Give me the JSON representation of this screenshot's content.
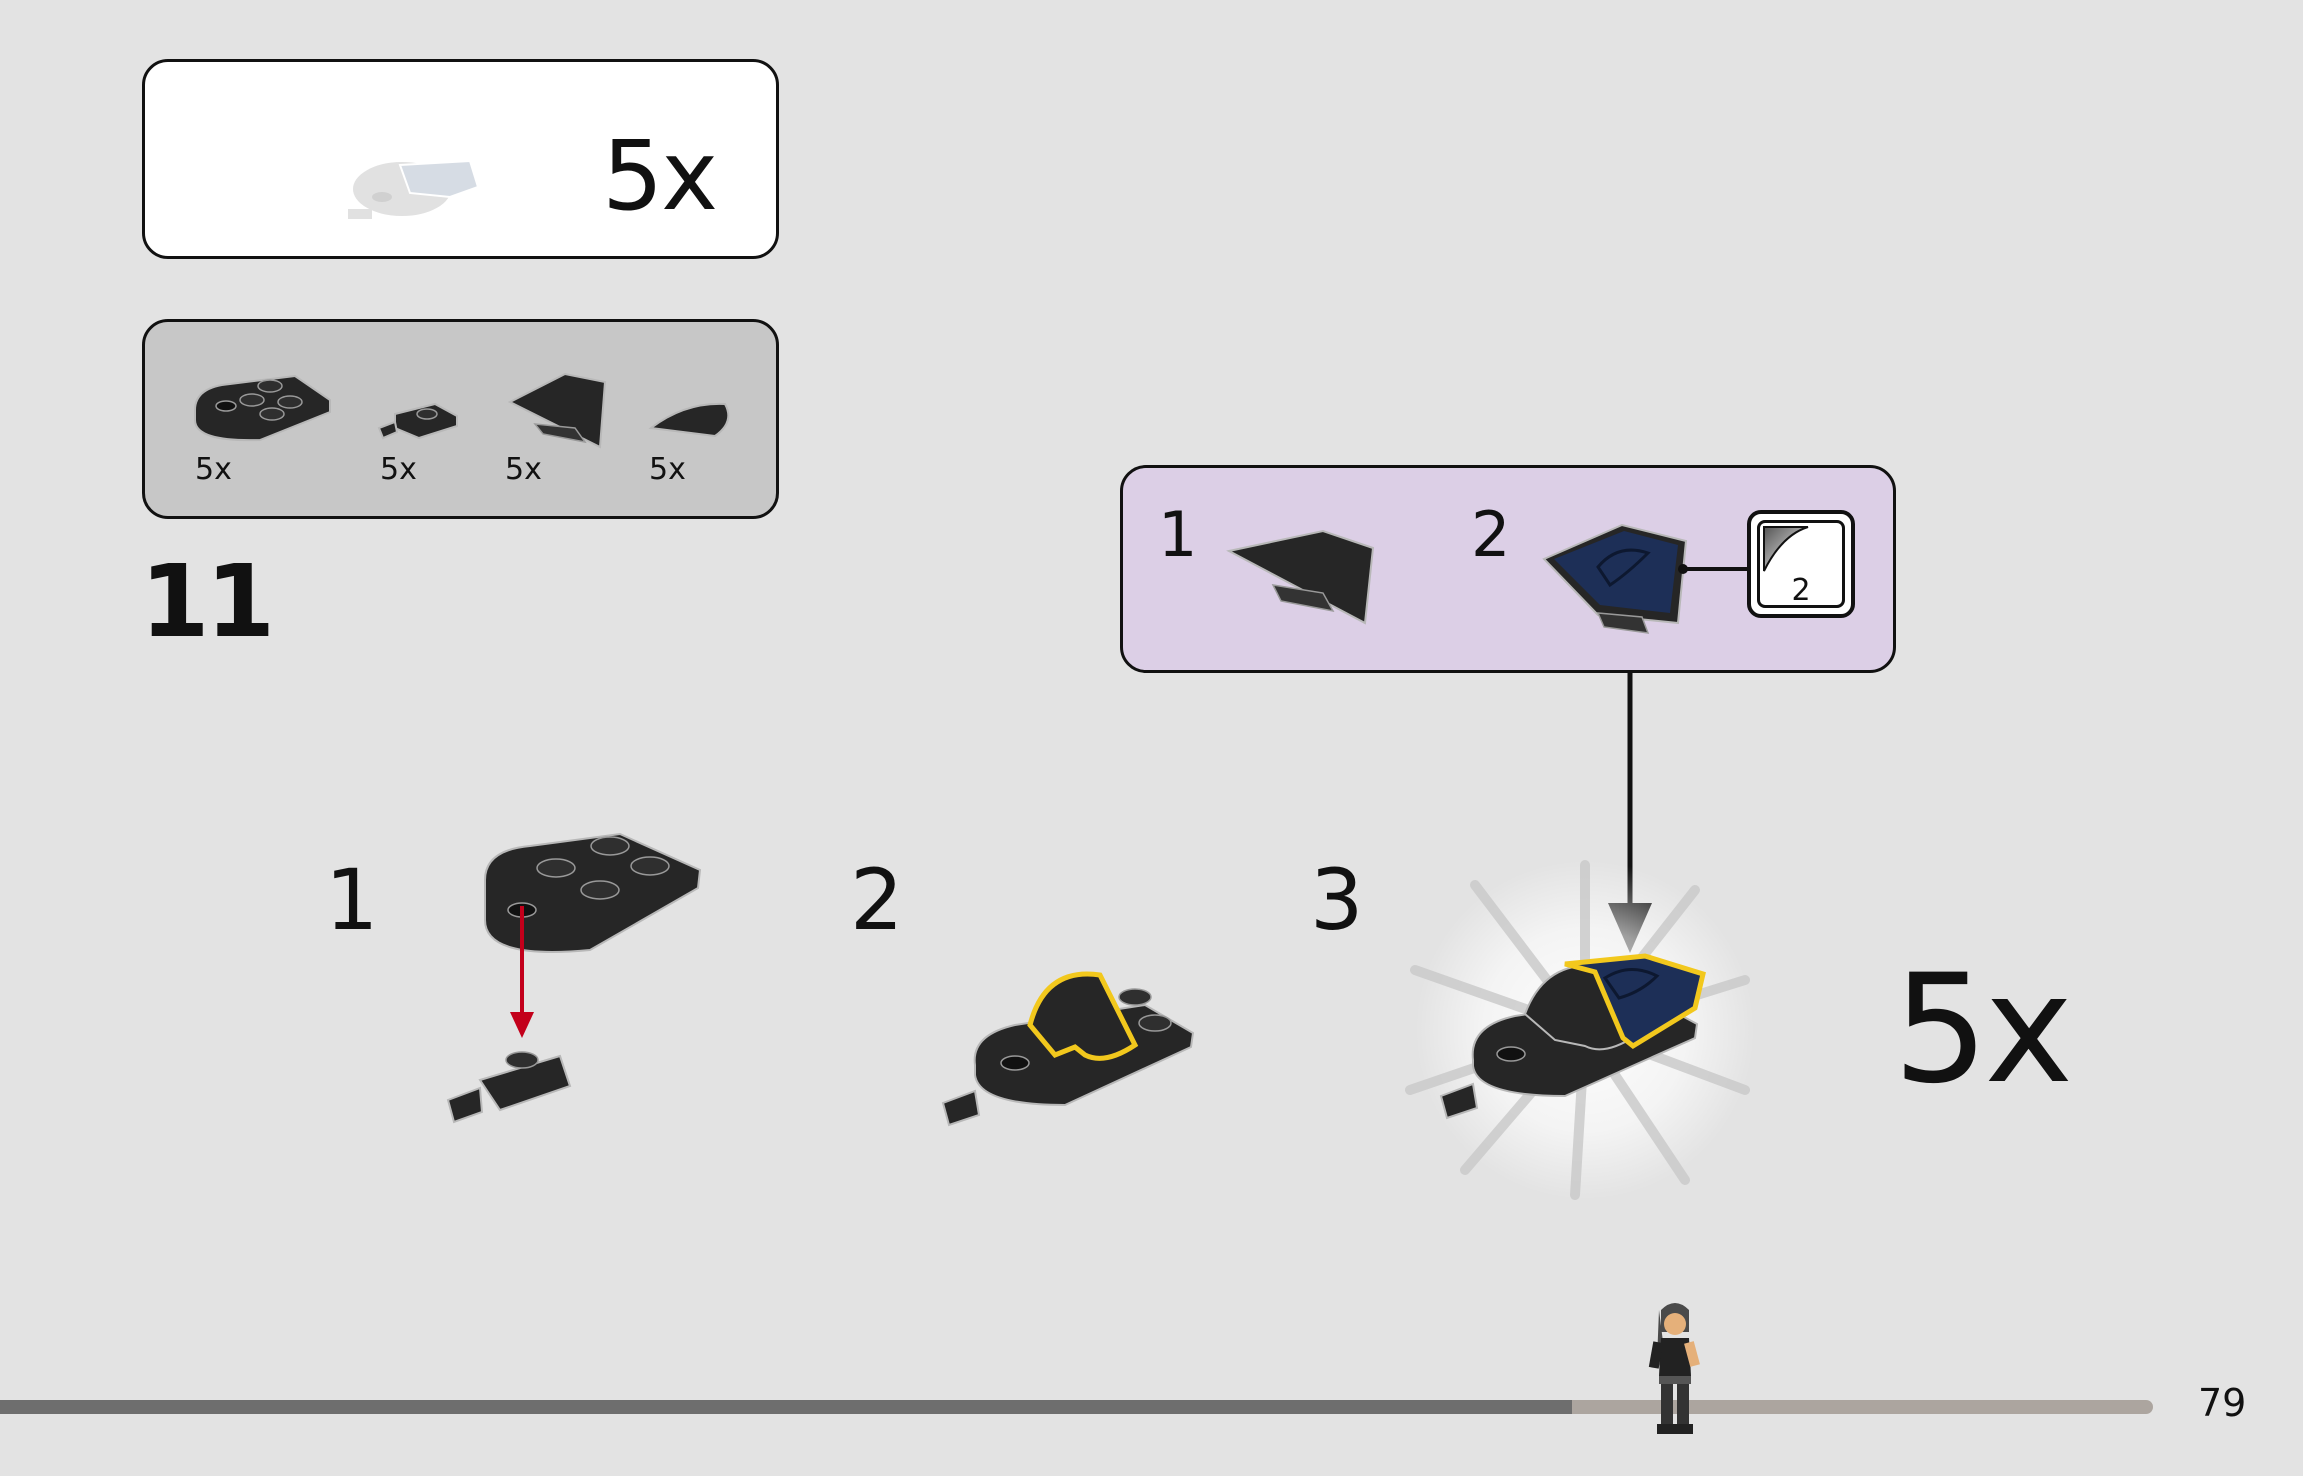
{
  "submodel": {
    "quantity": "5x",
    "image": "finished-wing-tile-assembly-ghosted"
  },
  "parts_list": [
    {
      "part": "black-round-plate-2x3",
      "quantity": "5x"
    },
    {
      "part": "black-plate-1x2-with-clip",
      "quantity": "5x"
    },
    {
      "part": "black-wedge-tile",
      "quantity": "5x"
    },
    {
      "part": "black-round-tile-half",
      "quantity": "5x"
    }
  ],
  "step": {
    "number": "11"
  },
  "callout": {
    "steps": [
      {
        "number": "1",
        "part": "black-wedge-tile"
      },
      {
        "number": "2",
        "part": "black-wedge-tile-with-blue-sticker"
      }
    ],
    "sticker": {
      "number": "2",
      "icon": "sticker-sheet-icon"
    }
  },
  "substeps": [
    {
      "number": "1"
    },
    {
      "number": "2"
    },
    {
      "number": "3"
    }
  ],
  "result": {
    "quantity": "5x"
  },
  "page": {
    "number": "79",
    "progress": 0.73
  },
  "colors": {
    "background": "#e3e3e3",
    "callout": "#dccfe6",
    "parts_box": "#c7c7c7",
    "highlight": "#f2c81d",
    "arrow": "#c3001b",
    "sticker_blue": "#1d2f57"
  }
}
